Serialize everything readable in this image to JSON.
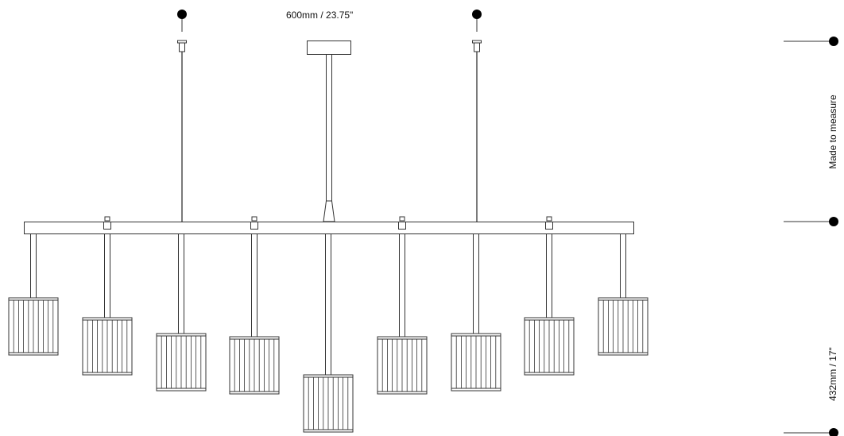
{
  "dimensions": {
    "width_label": "600mm / 23.75\"",
    "drop_label": "Made to measure",
    "height_label": "432mm / 17\""
  },
  "fixture": {
    "pendant_count": 9,
    "shade_ribs": 10
  },
  "colors": {
    "line": "#333333",
    "marker": "#000000",
    "fill": "#ffffff"
  }
}
